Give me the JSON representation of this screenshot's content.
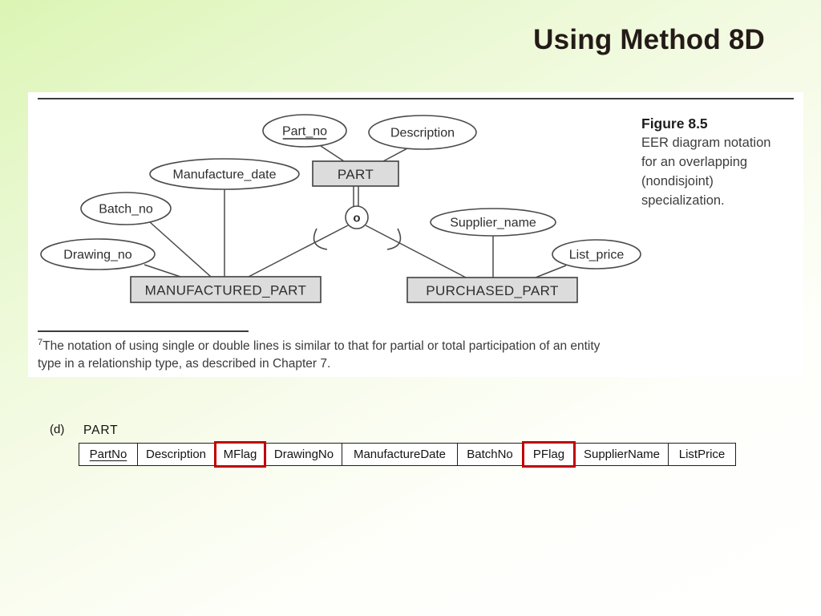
{
  "slide": {
    "title": "Using Method 8D"
  },
  "figure": {
    "caption_title": "Figure 8.5",
    "caption_lines": [
      "EER diagram notation",
      "for an overlapping",
      "(nondisjoint)",
      "specialization."
    ],
    "footnote_sup": "7",
    "footnote_line1": "The notation of using single or double lines is similar to that for partial or total participation of an entity",
    "footnote_line2": "type in a relationship type, as described in Chapter 7.",
    "diagram": {
      "overlap_symbol": "o",
      "entities": [
        {
          "id": "part",
          "label": "PART"
        },
        {
          "id": "manufactured_part",
          "label": "MANUFACTURED_PART"
        },
        {
          "id": "purchased_part",
          "label": "PURCHASED_PART"
        }
      ],
      "attributes": [
        {
          "id": "part_no",
          "label": "Part_no",
          "key": true
        },
        {
          "id": "description",
          "label": "Description"
        },
        {
          "id": "manufacture_date",
          "label": "Manufacture_date"
        },
        {
          "id": "batch_no",
          "label": "Batch_no"
        },
        {
          "id": "drawing_no",
          "label": "Drawing_no"
        },
        {
          "id": "supplier_name",
          "label": "Supplier_name"
        },
        {
          "id": "list_price",
          "label": "List_price"
        }
      ]
    }
  },
  "table_section": {
    "label": "(d)",
    "table_title": "PART",
    "columns": [
      {
        "label": "PartNo",
        "underline": true,
        "highlight": false
      },
      {
        "label": "Description",
        "underline": false,
        "highlight": false
      },
      {
        "label": "MFlag",
        "underline": false,
        "highlight": true
      },
      {
        "label": "DrawingNo",
        "underline": false,
        "highlight": false
      },
      {
        "label": "ManufactureDate",
        "underline": false,
        "highlight": false
      },
      {
        "label": "BatchNo",
        "underline": false,
        "highlight": false
      },
      {
        "label": "PFlag",
        "underline": false,
        "highlight": true
      },
      {
        "label": "SupplierName",
        "underline": false,
        "highlight": false
      },
      {
        "label": "ListPrice",
        "underline": false,
        "highlight": false
      }
    ]
  },
  "colors": {
    "highlight_red": "#c00000",
    "entity_fill": "#dcdcdc",
    "diagram_stroke": "#4a4a4a",
    "diagram_text": "#2e2e2e",
    "background_green": "#dbf5b4",
    "panel_white": "#ffffff",
    "title_color": "#241b18"
  }
}
